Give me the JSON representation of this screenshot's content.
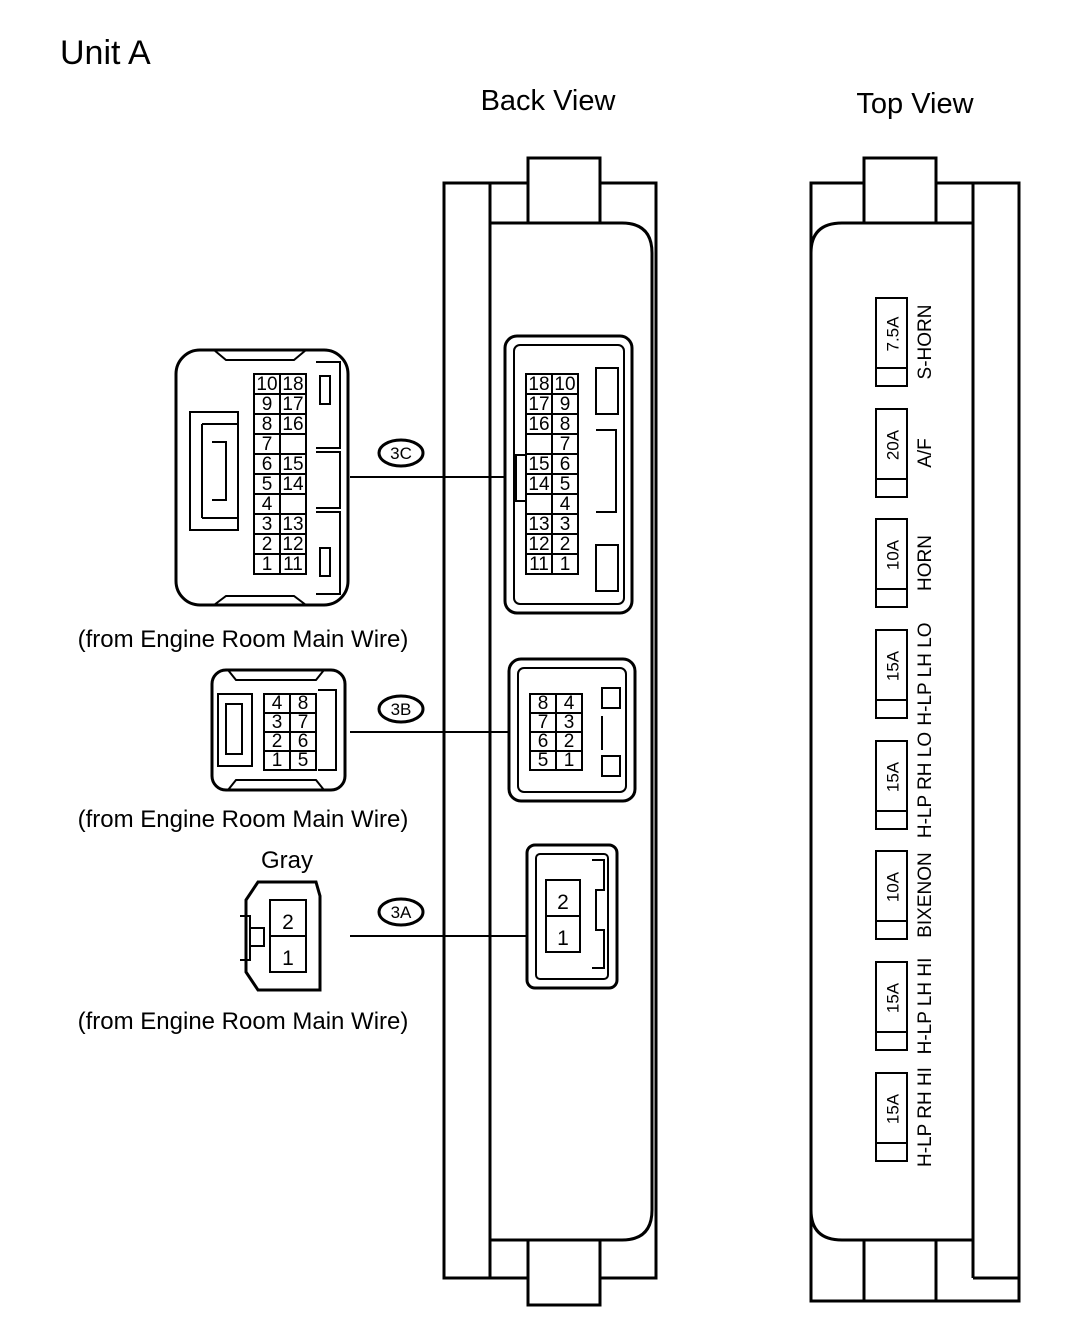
{
  "title": "Unit A",
  "back_view_label": "Back View",
  "top_view_label": "Top View",
  "connectors": [
    {
      "id": "3C",
      "caption": "(from Engine Room Main Wire)",
      "color_label": "",
      "left_rows": [
        [
          "10",
          "18"
        ],
        [
          "9",
          "17"
        ],
        [
          "8",
          "16"
        ],
        [
          "7",
          ""
        ],
        [
          "6",
          "15"
        ],
        [
          "5",
          "14"
        ],
        [
          "4",
          ""
        ],
        [
          "3",
          "13"
        ],
        [
          "2",
          "12"
        ],
        [
          "1",
          "11"
        ]
      ],
      "back_rows": [
        [
          "18",
          "10"
        ],
        [
          "17",
          "9"
        ],
        [
          "16",
          "8"
        ],
        [
          "",
          "7"
        ],
        [
          "15",
          "6"
        ],
        [
          "14",
          "5"
        ],
        [
          "",
          "4"
        ],
        [
          "13",
          "3"
        ],
        [
          "12",
          "2"
        ],
        [
          "11",
          "1"
        ]
      ]
    },
    {
      "id": "3B",
      "caption": "(from Engine Room Main Wire)",
      "color_label": "",
      "left_rows": [
        [
          "4",
          "8"
        ],
        [
          "3",
          "7"
        ],
        [
          "2",
          "6"
        ],
        [
          "1",
          "5"
        ]
      ],
      "back_rows": [
        [
          "8",
          "4"
        ],
        [
          "7",
          "3"
        ],
        [
          "6",
          "2"
        ],
        [
          "5",
          "1"
        ]
      ]
    },
    {
      "id": "3A",
      "caption": "(from Engine Room Main Wire)",
      "color_label": "Gray",
      "left_rows": [
        [
          "2"
        ],
        [
          "1"
        ]
      ],
      "back_rows": [
        [
          "2"
        ],
        [
          "1"
        ]
      ]
    }
  ],
  "fuses": [
    {
      "rating": "7.5A",
      "name": "S-HORN"
    },
    {
      "rating": "20A",
      "name": "A/F"
    },
    {
      "rating": "10A",
      "name": "HORN"
    },
    {
      "rating": "15A",
      "name": "H-LP LH LO"
    },
    {
      "rating": "15A",
      "name": "H-LP RH LO"
    },
    {
      "rating": "10A",
      "name": "BIXENON"
    },
    {
      "rating": "15A",
      "name": "H-LP LH HI"
    },
    {
      "rating": "15A",
      "name": "H-LP RH HI"
    }
  ]
}
